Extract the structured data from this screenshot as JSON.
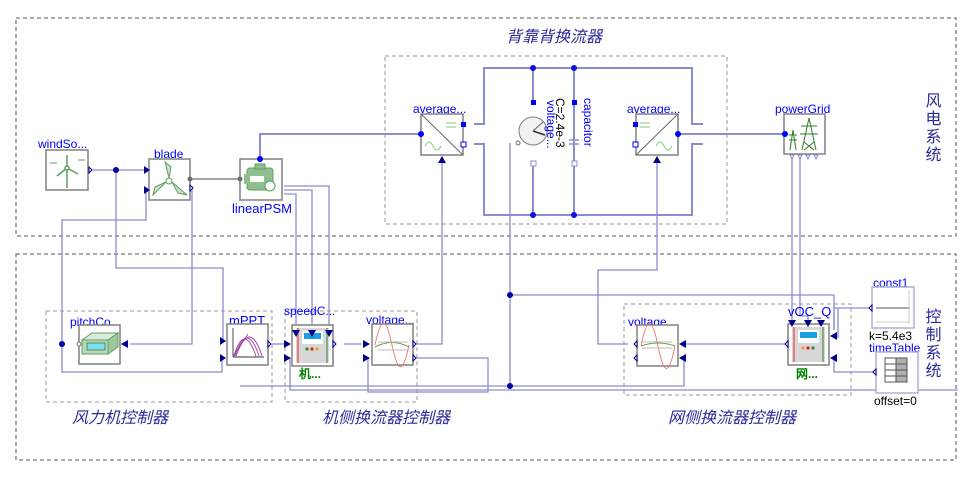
{
  "groups": {
    "wind_system": "风电系统",
    "control_system": "控制系统",
    "back_to_back": "背靠背换流器",
    "turbine_ctrl": "风力机控制器",
    "machine_side_ctrl": "机侧换流器控制器",
    "grid_side_ctrl": "网侧换流器控制器"
  },
  "components": {
    "windSource": {
      "label": "windSo...",
      "icon": "wind-turbine-icon"
    },
    "blade": {
      "label": "blade",
      "icon": "rotor-blade-icon"
    },
    "linearPSM": {
      "label": "linearPSM",
      "icon": "motor-icon"
    },
    "averageLeft": {
      "label": "average...",
      "icon": "ac-dc-converter-icon"
    },
    "voltageSensor": {
      "label": "voltage...",
      "icon": "voltmeter-icon"
    },
    "capacitor": {
      "label": "capacitor",
      "param": "C=2.4e-3",
      "icon": "capacitor-icon"
    },
    "averageRight": {
      "label": "average...",
      "icon": "dc-ac-converter-icon"
    },
    "powerGrid": {
      "label": "powerGrid",
      "icon": "power-tower-icon"
    },
    "pitchController": {
      "label": "pitchCo...",
      "icon": "controller-box-icon"
    },
    "mPPT": {
      "label": "mPPT",
      "icon": "mppt-curve-icon"
    },
    "speedController": {
      "label": "speedC...",
      "sublabel": "机...",
      "icon": "control-panel-icon"
    },
    "voltageMachine": {
      "label": "voltage...",
      "icon": "pwm-sine-icon"
    },
    "voltageGrid": {
      "label": "voltage...",
      "icon": "pwm-sine-icon"
    },
    "vocQ": {
      "label": "vOC_Q",
      "sublabel": "网...",
      "icon": "control-panel-icon"
    },
    "const1": {
      "label": "const1",
      "param": "k=5.4e3",
      "icon": "constant-source-icon"
    },
    "timeTable": {
      "label": "timeTable",
      "param": "offset=0",
      "icon": "table-icon"
    }
  },
  "colors": {
    "label": "#0000ff",
    "wire": "#8c8cd0",
    "port": "#00008b",
    "icon_green": "#5f9e5f"
  }
}
